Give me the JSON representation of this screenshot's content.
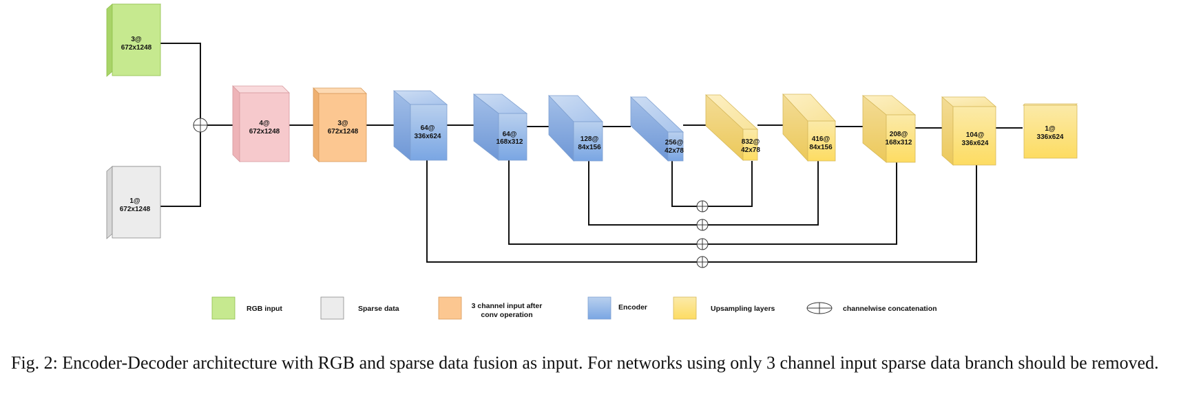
{
  "blocks": [
    {
      "id": "rgb",
      "label_top": "3@",
      "label_bottom": "672x1248",
      "kind": "rgb"
    },
    {
      "id": "sparse",
      "label_top": "1@",
      "label_bottom": "672x1248",
      "kind": "sparse"
    },
    {
      "id": "fused",
      "label_top": "4@",
      "label_bottom": "672x1248",
      "kind": "fused"
    },
    {
      "id": "conv3",
      "label_top": "3@",
      "label_bottom": "672x1248",
      "kind": "conv"
    },
    {
      "id": "enc1",
      "label_top": "64@",
      "label_bottom": "336x624",
      "kind": "encoder"
    },
    {
      "id": "enc2",
      "label_top": "64@",
      "label_bottom": "168x312",
      "kind": "encoder"
    },
    {
      "id": "enc3",
      "label_top": "128@",
      "label_bottom": "84x156",
      "kind": "encoder"
    },
    {
      "id": "enc4",
      "label_top": "256@",
      "label_bottom": "42x78",
      "kind": "encoder"
    },
    {
      "id": "dec1",
      "label_top": "832@",
      "label_bottom": "42x78",
      "kind": "upsampling"
    },
    {
      "id": "dec2",
      "label_top": "416@",
      "label_bottom": "84x156",
      "kind": "upsampling"
    },
    {
      "id": "dec3",
      "label_top": "208@",
      "label_bottom": "168x312",
      "kind": "upsampling"
    },
    {
      "id": "dec4",
      "label_top": "104@",
      "label_bottom": "336x624",
      "kind": "upsampling"
    },
    {
      "id": "out",
      "label_top": "1@",
      "label_bottom": "336x624",
      "kind": "upsampling"
    }
  ],
  "legend": {
    "rgb": "RGB input",
    "sparse": "Sparse data",
    "conv_line1": "3 channel input after",
    "conv_line2": "conv operation",
    "encoder": "Encoder",
    "upsampling": "Upsampling layers",
    "concat": "channelwise concatenation"
  },
  "colors": {
    "rgb": "#c6e98f",
    "sparse": "#ececec",
    "fused": "#f6c9cc",
    "conv": "#fcc791",
    "encoder_top": "#b9d0ee",
    "encoder_bottom": "#7aa6e3",
    "upsampling_top": "#fbe9a7",
    "upsampling_bottom": "#fde06d",
    "edge": "#9a9a9a"
  },
  "caption": "Fig. 2: Encoder-Decoder architecture with RGB and sparse data fusion as input. For networks using only 3 channel input sparse data branch should be removed."
}
